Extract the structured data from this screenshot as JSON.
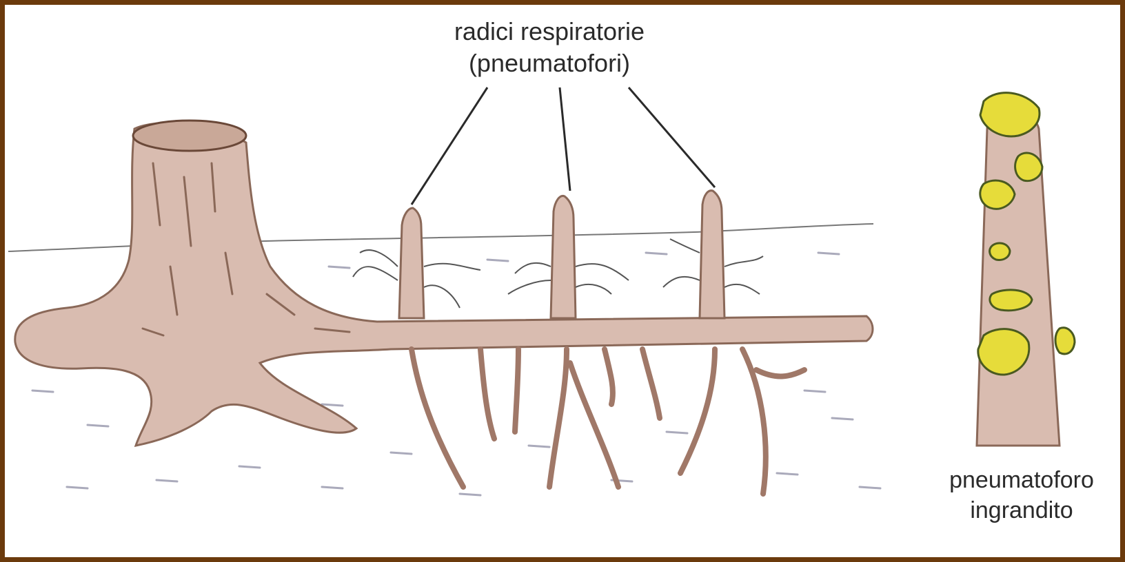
{
  "labels": {
    "roots_line1": "radici respiratorie",
    "roots_line2": "(pneumatofori)",
    "zoom_line1": "pneumatoforo",
    "zoom_line2": "ingrandito"
  },
  "colors": {
    "frame": "#6b3a0c",
    "wood": "#d9bcb0",
    "wood_dark": "#a07868",
    "lenticel": "#e6dc3a",
    "ink": "#2a2a2a"
  }
}
